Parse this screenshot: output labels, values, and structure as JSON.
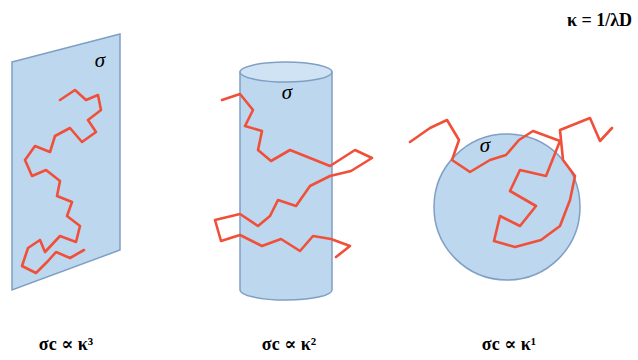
{
  "diagram": {
    "nodes": [
      {
        "text": [
          "σ"
        ]
      },
      {
        "text": [
          "σ"
        ]
      },
      {
        "text": [
          "σ"
        ]
      }
    ],
    "labels": [
      "σc ∝ κ³",
      "σc ∝ κ²",
      "σc ∝ κ¹",
      "κ = 1/λD"
    ]
  }
}
